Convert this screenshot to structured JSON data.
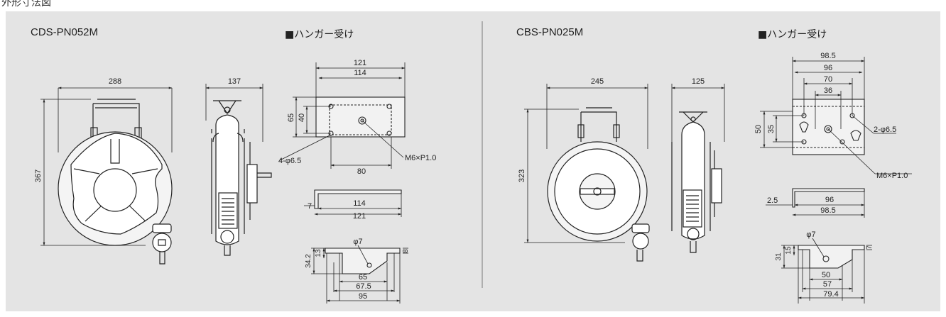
{
  "header": {
    "title": "外形寸法図"
  },
  "left": {
    "model": "CDS-PN052M",
    "hanger": "■ハンガー受け",
    "dims": {
      "width": "288",
      "height": "367",
      "depth": "137",
      "hw_outer": "121",
      "hw_inner": "114",
      "hh_outer": "65",
      "hh_inner": "40",
      "hole": "4-φ6.5",
      "bolt": "M6×P1.0",
      "pitch": "80",
      "side_t": "7",
      "side_in": "114",
      "side_out": "121",
      "phi": "φ7",
      "b13": "13",
      "b342": "34.2",
      "b8": "8",
      "b65": "65",
      "b675": "67.5",
      "b95": "95"
    }
  },
  "right": {
    "model": "CBS-PN025M",
    "hanger": "■ハンガー受け",
    "dims": {
      "width": "245",
      "height": "323",
      "depth": "125",
      "hw_outer": "98.5",
      "hw_inner": "96",
      "hw_70": "70",
      "hw_36": "36",
      "hh_50": "50",
      "hh_35": "35",
      "hole": "2-φ6.5",
      "bolt": "M6×P1.0",
      "side_t": "2.5",
      "side_in": "96",
      "side_out": "98.5",
      "phi": "φ7",
      "b15": "15",
      "b31": "31",
      "b7": "7",
      "b50": "50",
      "b57": "57",
      "b794": "79.4"
    }
  }
}
